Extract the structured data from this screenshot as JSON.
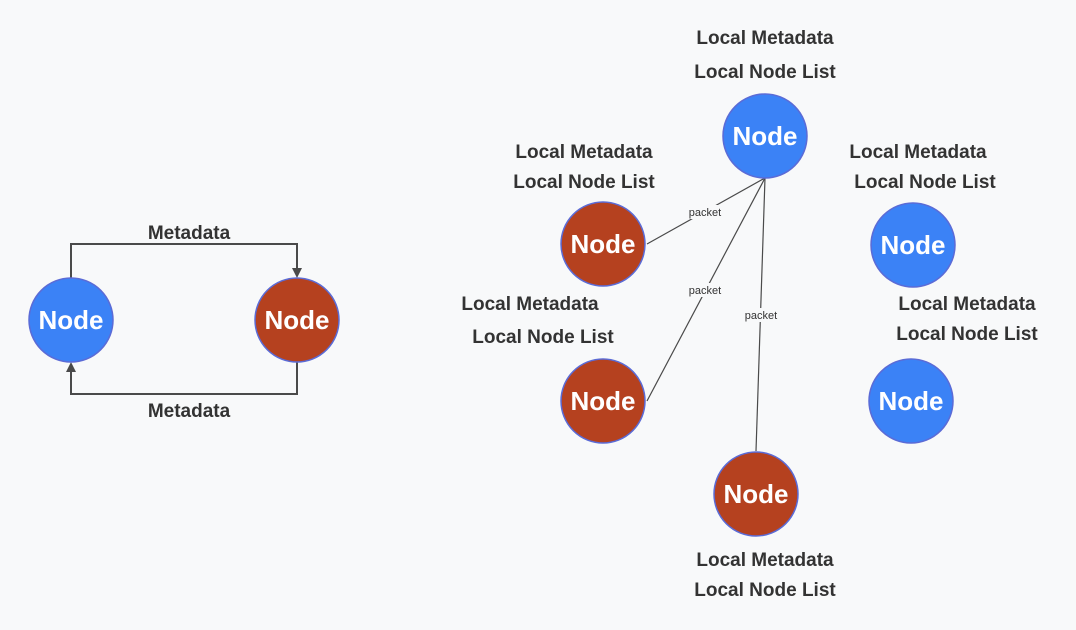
{
  "colors": {
    "background": "#f8f9fa",
    "node_blue": "#3b82f6",
    "node_red": "#b5411f",
    "node_stroke": "#5b6bd6",
    "line": "#4a4a4a",
    "text": "#333333"
  },
  "left_diagram": {
    "node_blue": {
      "label": "Node"
    },
    "node_red": {
      "label": "Node"
    },
    "top_arrow_label": "Metadata",
    "bottom_arrow_label": "Metadata"
  },
  "network": {
    "hub": {
      "label": "Node",
      "line1": "Local Metadata",
      "line2": "Local Node List"
    },
    "red_top": {
      "label": "Node",
      "line1": "Local Metadata",
      "line2": "Local Node List"
    },
    "red_mid": {
      "label": "Node",
      "line1": "Local Metadata",
      "line2": "Local Node List"
    },
    "red_bottom": {
      "label": "Node",
      "line1": "Local Metadata",
      "line2": "Local Node List"
    },
    "blue_top": {
      "label": "Node",
      "line1": "Local Metadata",
      "line2": "Local Node List"
    },
    "blue_bottom": {
      "label": "Node",
      "line1": "Local Metadata",
      "line2": "Local Node List"
    },
    "packet_labels": [
      "packet",
      "packet",
      "packet"
    ]
  }
}
